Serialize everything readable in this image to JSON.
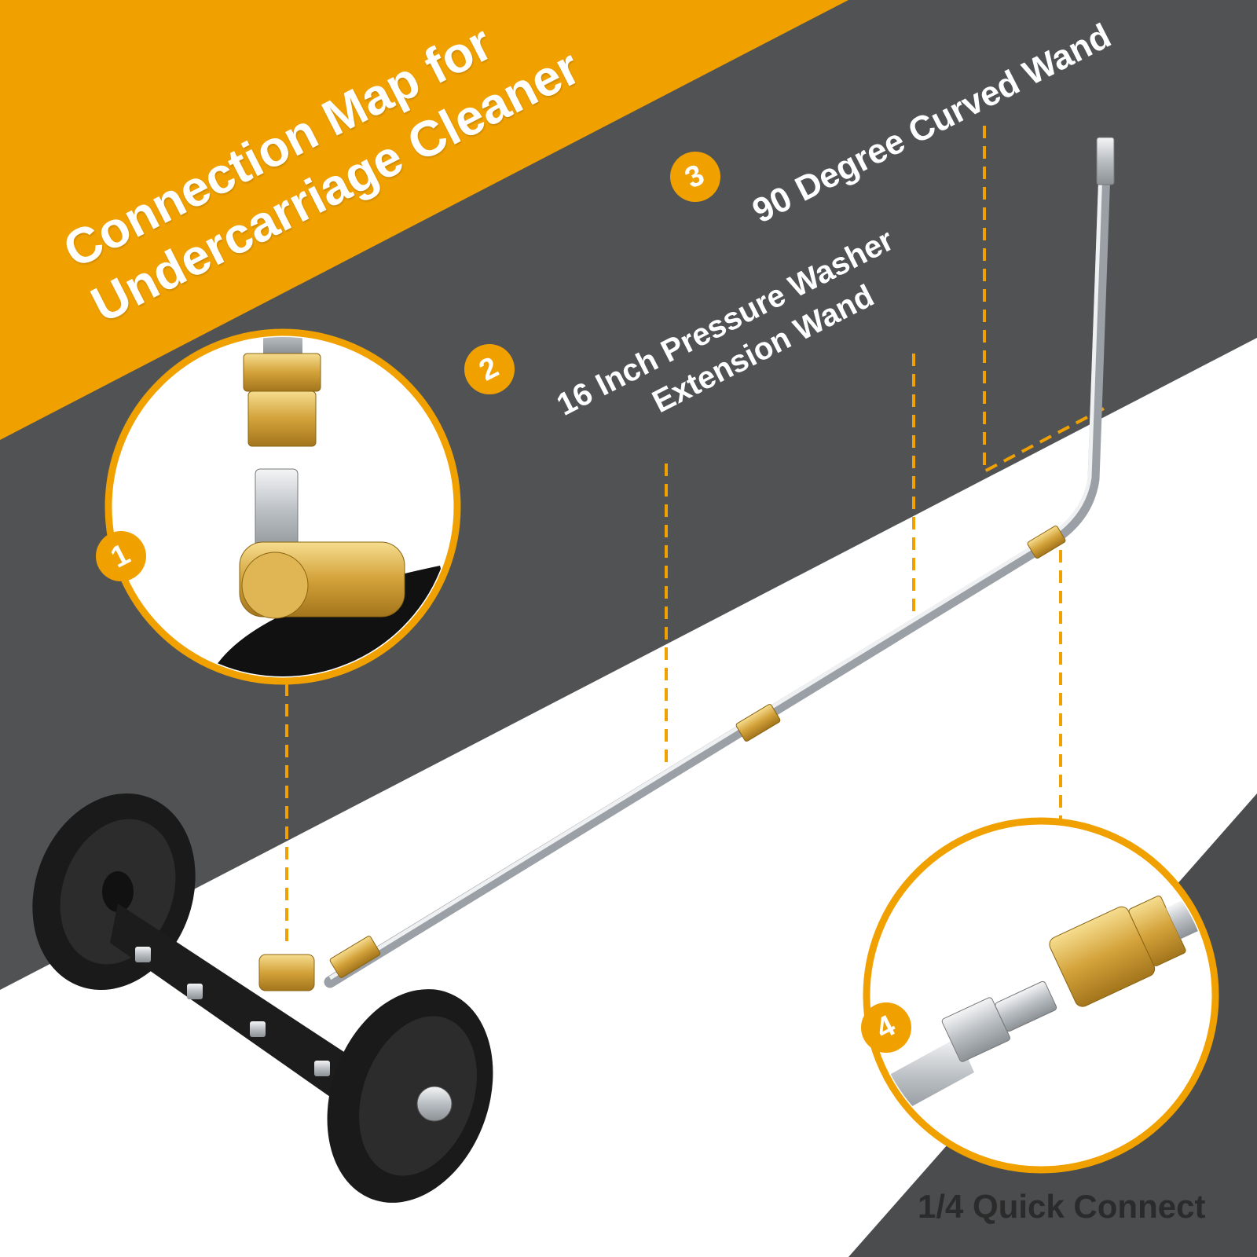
{
  "diagram": {
    "title_lines": [
      "Connection Map for",
      "Undercarriage Cleaner"
    ],
    "steps": [
      {
        "number": "1"
      },
      {
        "number": "2",
        "label_lines": [
          "16 Inch Pressure Washer",
          "Extension Wand"
        ]
      },
      {
        "number": "3",
        "label": "90 Degree Curved Wand"
      },
      {
        "number": "4",
        "label": "1/4 Quick Connect"
      }
    ]
  },
  "colors": {
    "accent": "#f0a100",
    "dark_band": "#505254",
    "background": "#ffffff",
    "brass": "#d9a93a",
    "steel": "#c9cdd1",
    "wheel": "#1a1a1a"
  }
}
